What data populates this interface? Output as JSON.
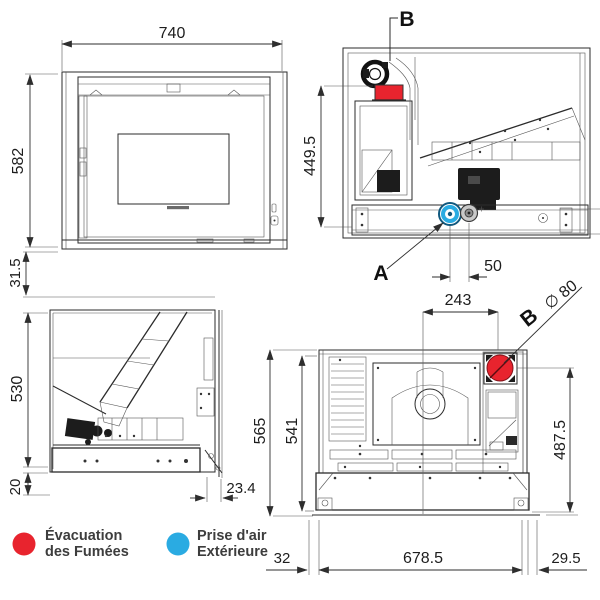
{
  "colors": {
    "red": "#e8242e",
    "blue": "#2aabe2",
    "line": "#2b2b2b"
  },
  "front_view": {
    "width": "740",
    "height": "582",
    "bottom_offset": "31.5"
  },
  "side_section_view": {
    "label_b": "B",
    "label_a": "A",
    "height": "449.5",
    "port_spacing": "50"
  },
  "side_view": {
    "height": "530",
    "plinth_height": "20",
    "rear_offset": "23.4"
  },
  "rear_view": {
    "flue_offset_x": "243",
    "label_b": "B",
    "flue_diameter": "∅ 80",
    "height_overall": "565",
    "height_body": "541",
    "flue_center_height": "487.5",
    "left_offset": "32",
    "width": "678.5",
    "right_offset": "29.5"
  },
  "legend": {
    "smoke": {
      "line1": "Évacuation",
      "line2": "des Fumées"
    },
    "air": {
      "line1": "Prise d'air",
      "line2": "Extérieure"
    }
  }
}
